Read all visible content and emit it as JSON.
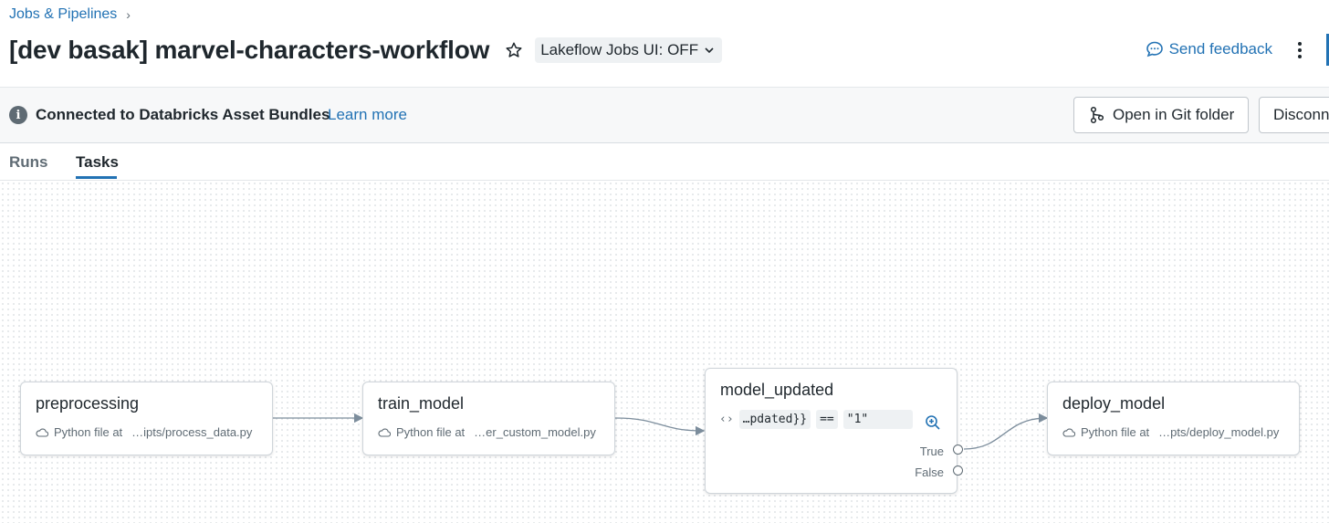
{
  "breadcrumb": {
    "label": "Jobs & Pipelines",
    "separator": "›"
  },
  "header": {
    "title": "[dev basak] marvel-characters-workflow",
    "toggle_label": "Lakeflow Jobs UI: OFF",
    "feedback_label": "Send feedback"
  },
  "banner": {
    "text": "Connected to Databricks Asset Bundles",
    "link": "Learn more",
    "open_git_label": "Open in Git folder",
    "disconnect_label": "Disconn"
  },
  "tabs": [
    {
      "label": "Runs",
      "active": false
    },
    {
      "label": "Tasks",
      "active": true
    }
  ],
  "tasks": [
    {
      "name": "preprocessing",
      "type_label": "Python file at",
      "path": "…ipts/process_data.py"
    },
    {
      "name": "train_model",
      "type_label": "Python file at",
      "path": "…er_custom_model.py"
    },
    {
      "name": "model_updated",
      "condition": {
        "left": "…pdated}}",
        "op": "==",
        "right": "\"1\""
      },
      "outputs": [
        "True",
        "False"
      ]
    },
    {
      "name": "deploy_model",
      "type_label": "Python file at",
      "path": "…pts/deploy_model.py"
    }
  ],
  "colors": {
    "accent": "#2272b4",
    "text": "#1f272d",
    "muted": "#5f6b74",
    "edge": "#7c8d9c"
  },
  "icons": [
    "chevron-right-icon",
    "star-icon",
    "chevron-down-icon",
    "feedback-bubble-icon",
    "kebab-menu-icon",
    "info-icon",
    "git-branch-icon",
    "cloud-icon",
    "code-brackets-icon",
    "zoom-in-icon"
  ]
}
